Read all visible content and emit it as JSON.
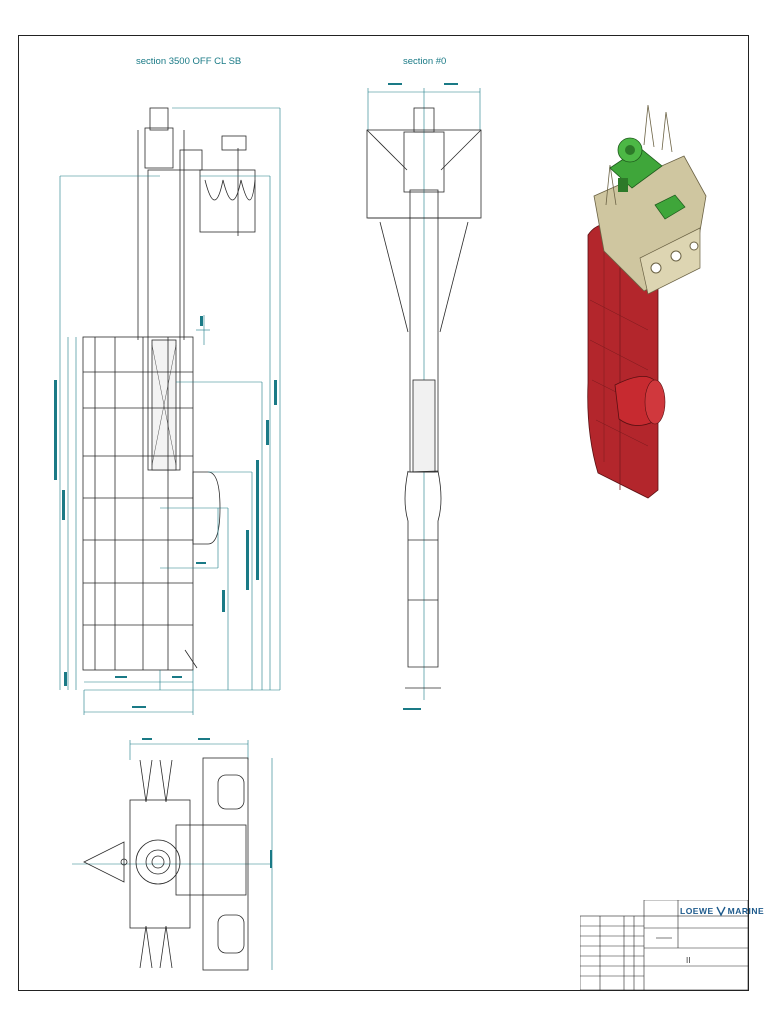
{
  "drawing": {
    "section_left_title": "section 3500 OFF CL SB",
    "section_mid_title": "section #0",
    "logo_text_a": "LOEWE",
    "logo_text_b": "MARINE",
    "sheet_number": "II"
  },
  "views": {
    "side_view": "side-elevation",
    "front_view": "front-elevation",
    "plan_view": "plan-view",
    "iso_view": "isometric-3d-render"
  },
  "colors": {
    "dimension": "#1a7a86",
    "line": "#2a2a2a",
    "iso_green": "#3fa63a",
    "iso_red": "#b3262c",
    "iso_beige": "#cfc6a0",
    "logo": "#1d5a8c"
  }
}
